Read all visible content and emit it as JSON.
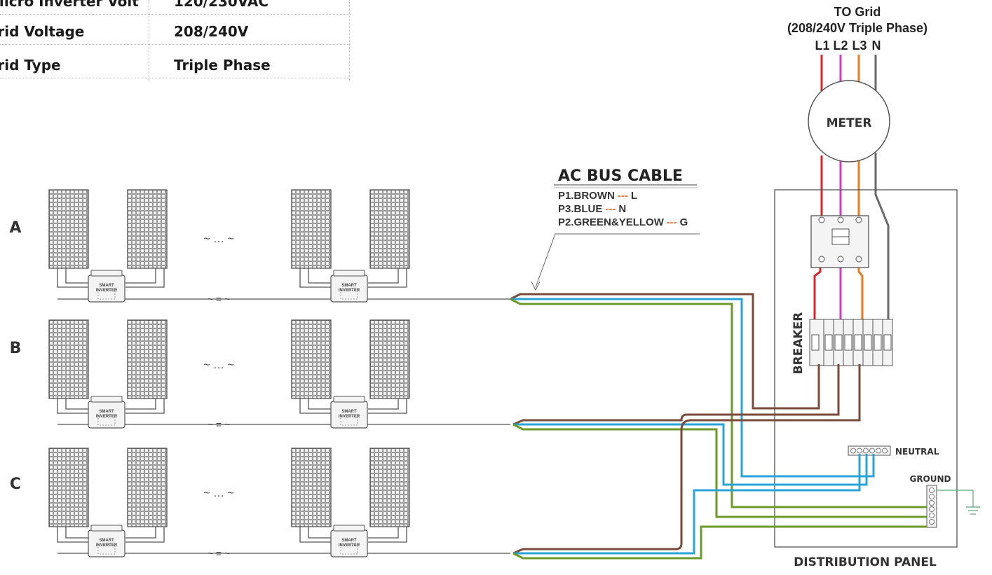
{
  "spec_table": [
    {
      "label": "Micro Inverter Voltage",
      "value": "120/230VAC"
    },
    {
      "label": "Grid Voltage",
      "value": "208/240V"
    },
    {
      "label": "Grid Type",
      "value": "Triple Phase"
    }
  ],
  "grid": {
    "title": "TO Grid",
    "subtitle": "(208/240V Triple Phase)",
    "lines": [
      "L1",
      "L2",
      "L3",
      "N"
    ]
  },
  "meter_label": "METER",
  "breaker_label": "BREAKER",
  "neutral_label": "NEUTRAL",
  "ground_label": "GROUND",
  "panel_label": "DISTRIBUTION PANEL",
  "ac_bus": {
    "title": "AC BUS CABLE",
    "items": [
      {
        "pin": "P1.BROWN",
        "dash": "---",
        "letter": "L"
      },
      {
        "pin": "P3.BLUE",
        "dash": "---",
        "letter": "N"
      },
      {
        "pin": "P2.GREEN&YELLOW",
        "dash": "---",
        "letter": "G"
      }
    ]
  },
  "rows": [
    "A",
    "B",
    "C"
  ],
  "inverter_label": [
    "SMART",
    "INVERTER"
  ],
  "ellipsis": "…",
  "colors": {
    "brown": "#7a4a3a",
    "blue": "#2aa3d8",
    "green": "#6b9a2a",
    "red": "#d8262c",
    "magenta": "#d838c8",
    "orange": "#ea7a1c",
    "gray": "#6a6a6a",
    "ground_green": "#5aa878",
    "dash_orange": "#e8703a"
  }
}
